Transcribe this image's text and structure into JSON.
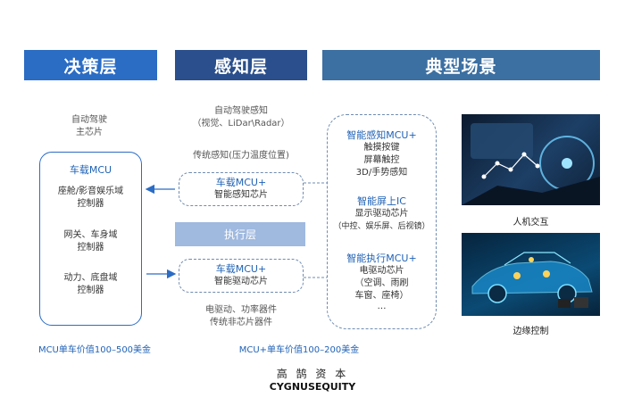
{
  "headers": {
    "decision": "决策层",
    "perception": "感知层",
    "scenarios": "典型场景"
  },
  "left": {
    "main_chip": [
      "自动驾驶",
      "主芯片"
    ],
    "mcu_title": "车载MCU",
    "domains": [
      [
        "座舱/影音娱乐域",
        "控制器"
      ],
      [
        "网关、车身域",
        "控制器"
      ],
      [
        "动力、底盘域",
        "控制器"
      ]
    ],
    "value": "MCU单车价值100–500美金"
  },
  "middle": {
    "autodrive": [
      "自动驾驶感知",
      "（视觉、LiDar\\Radar）"
    ],
    "traditional": "传统感知(压力温度位置)",
    "box1": {
      "title": "车载MCU+",
      "sub": "智能感知芯片"
    },
    "exec": "执行层",
    "box2": {
      "title": "车载MCU+",
      "sub": "智能驱动芯片"
    },
    "devices": [
      "电驱动、功率器件",
      "传统非芯片器件"
    ],
    "value": "MCU+单车价值100–200美金"
  },
  "right": {
    "groups": [
      {
        "title": "智能感知MCU+",
        "lines": [
          "触摸按键",
          "屏幕触控",
          "3D/手势感知"
        ]
      },
      {
        "title": "智能屏上IC",
        "lines": [
          "显示驱动芯片",
          "（中控、娱乐屏、后视镜）"
        ]
      },
      {
        "title": "智能执行MCU+",
        "lines": [
          "电驱动芯片",
          "（空调、雨刷",
          "车窗、座椅）",
          "…"
        ]
      }
    ]
  },
  "images": {
    "top_caption": "人机交互",
    "bottom_caption": "边缘控制"
  },
  "logo": {
    "chinese": "高 鹄 资 本",
    "english": "CYGNUSEQUITY"
  },
  "colors": {
    "header_blue": "#2b6cc4",
    "header_navy": "#2a4f8c",
    "header_steel": "#3c6fa2",
    "exec_fill": "#9fb9df",
    "accent_text": "#1f62b6"
  }
}
